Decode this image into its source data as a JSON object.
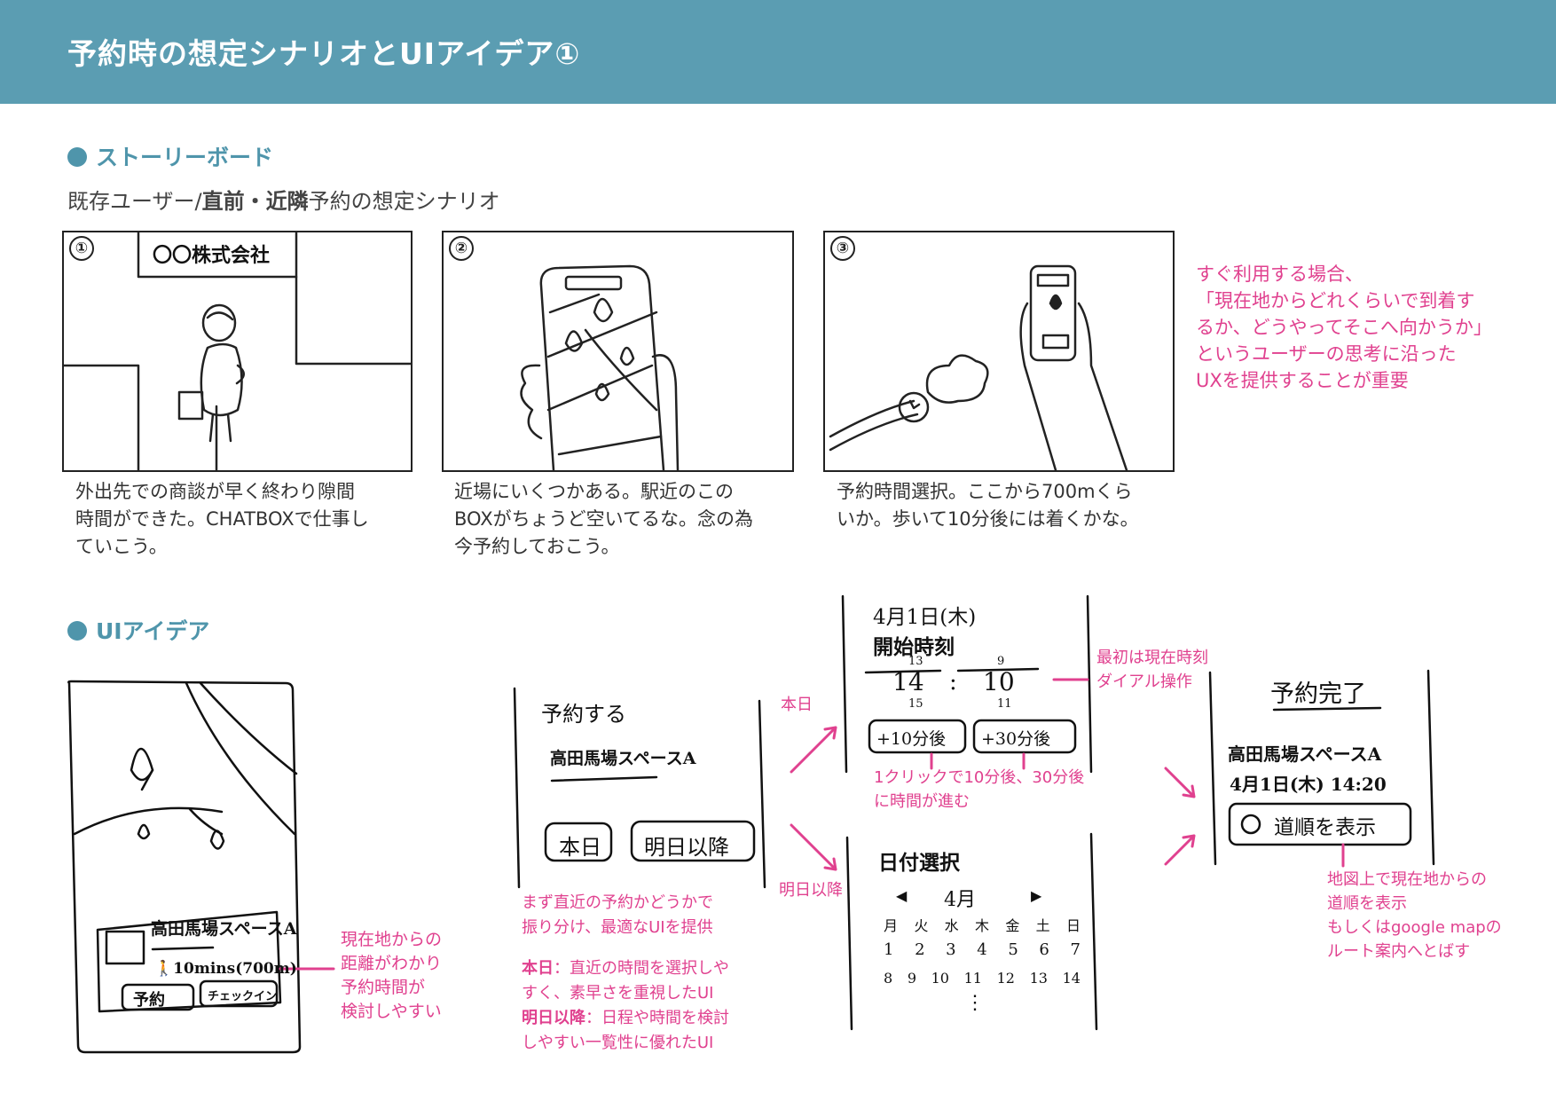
{
  "header": {
    "title": "予約時の想定シナリオとUIアイデア①"
  },
  "storyboard": {
    "heading": "ストーリーボード",
    "subtitle_pre": "既存ユーザー/",
    "subtitle_bold": "直前・近隣",
    "subtitle_post": "予約の想定シナリオ",
    "frames": [
      {
        "num": "①",
        "sign": "〇〇株式会社",
        "caption": [
          "外出先での商談が早く終わり隙間",
          "時間ができた。CHATBOXで仕事し",
          "ていこう。"
        ]
      },
      {
        "num": "②",
        "caption": [
          "近場にいくつかある。駅近のこの",
          "BOXがちょうど空いてるな。念の為",
          "今予約しておこう。"
        ]
      },
      {
        "num": "③",
        "caption": [
          "予約時間選択。ここから700mくら",
          "いか。歩いて10分後には着くかな。"
        ]
      }
    ],
    "side_note": [
      "すぐ利用する場合、",
      "「現在地からどれくらいで到着す",
      "るか、どうやってそこへ向かうか」",
      "というユーザーの思考に沿った",
      "UXを提供することが重要"
    ]
  },
  "ui_idea": {
    "heading": "UIアイデア",
    "map_card": {
      "name": "高田馬場スペースA",
      "distance": "10mins(700m)",
      "reserve": "予約",
      "checkin": "チェックイン"
    },
    "map_note": [
      "現在地からの",
      "距離がわかり",
      "予約時間が",
      "検討しやすい"
    ],
    "reserve_screen": {
      "title": "予約する",
      "place": "高田馬場スペースA",
      "btn_today": "本日",
      "btn_later": "明日以降"
    },
    "branch_today": "本日",
    "branch_later": "明日以降",
    "center_note": {
      "lines": [
        "まず直近の予約かどうかで",
        "振り分け、最適なUIを提供"
      ],
      "today_label": "本日",
      "today_text": [
        "：直近の時間を選択しや",
        "すく、素早さを重視したUI"
      ],
      "later_label": "明日以降",
      "later_text": [
        "：日程や時間を検討",
        "しやすい一覧性に優れたUI"
      ]
    },
    "time_screen": {
      "date": "4月1日(木)",
      "label": "開始時刻",
      "hour_above": "13",
      "hour": "14",
      "hour_below": "15",
      "colon": ":",
      "minute_above": "9",
      "minute": "10",
      "minute_below": "11",
      "plus10": "+10分後",
      "plus30": "+30分後"
    },
    "dial_note": [
      "最初は現在時刻",
      "ダイアル操作"
    ],
    "click_note": [
      "1クリックで10分後、30分後",
      "に時間が進む"
    ],
    "date_screen": {
      "title": "日付選択",
      "prev": "◀",
      "month": "4月",
      "next": "▶",
      "weekdays": [
        "月",
        "火",
        "水",
        "木",
        "金",
        "土",
        "日"
      ],
      "row1": [
        "1",
        "2",
        "3",
        "4",
        "5",
        "6",
        "7"
      ],
      "row2": [
        "8",
        "9",
        "10",
        "11",
        "12",
        "13",
        "14"
      ],
      "more": "⋮"
    },
    "done_screen": {
      "title": "予約完了",
      "place": "高田馬場スペースA",
      "datetime": "4月1日(木) 14:20",
      "route_btn": "道順を表示"
    },
    "route_note": [
      "地図上で現在地からの",
      "道順を表示",
      "もしくはgoogle mapの",
      "ルート案内へとばす"
    ]
  }
}
